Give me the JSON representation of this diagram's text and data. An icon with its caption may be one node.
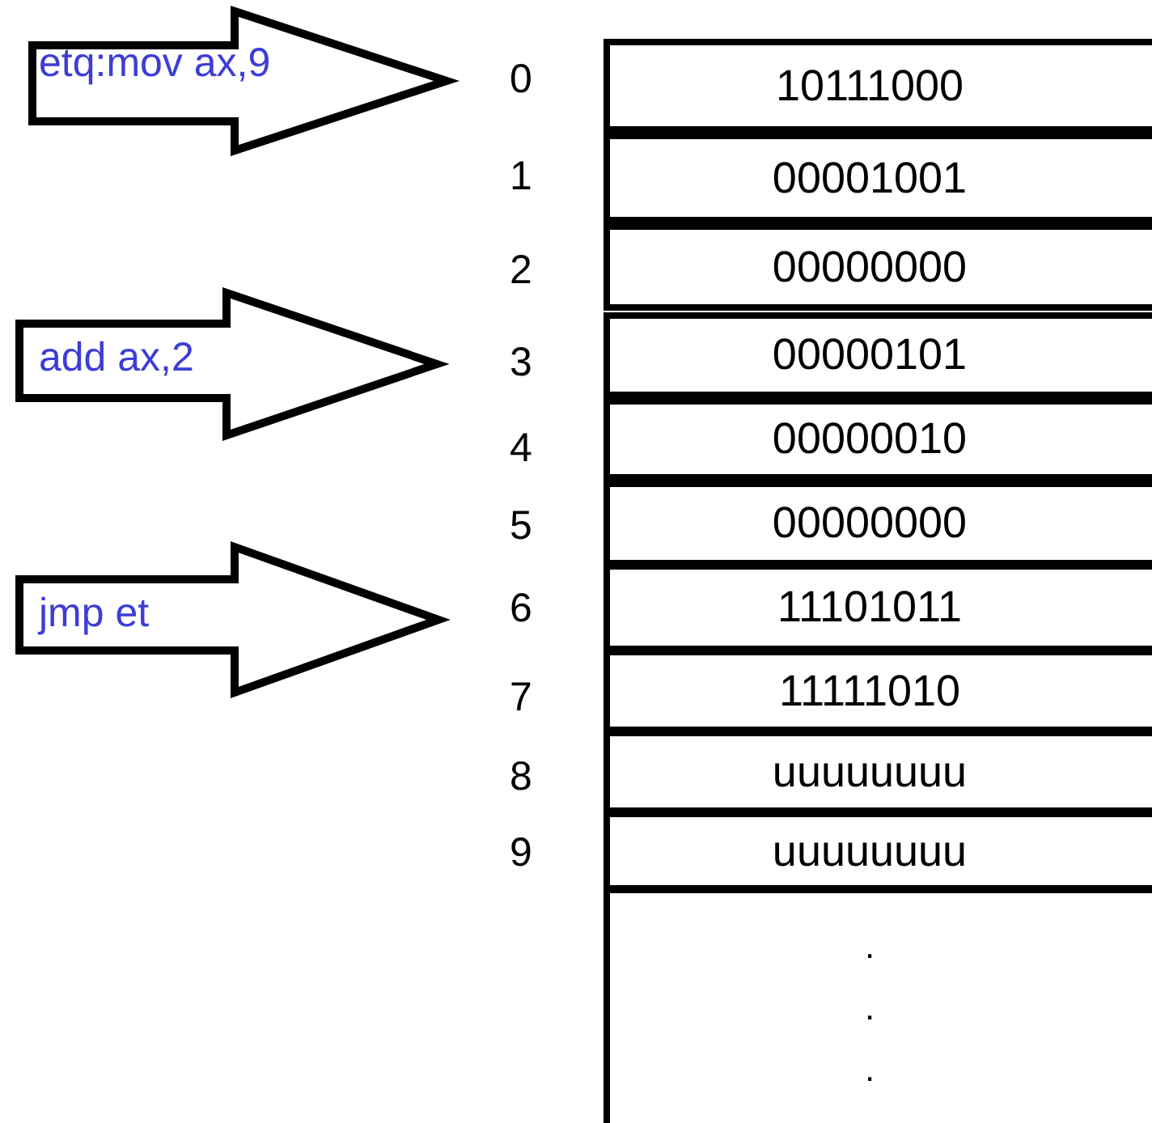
{
  "diagram": {
    "nodes": [
      {
        "text": [
          "etq:mov ax,9"
        ]
      },
      {
        "text": [
          "add ax,2"
        ]
      },
      {
        "text": [
          "jmp et"
        ]
      },
      {
        "text": [
          "10111000"
        ],
        "beside": [
          "0"
        ]
      },
      {
        "text": [
          "00001001"
        ],
        "beside": [
          "1"
        ]
      },
      {
        "text": [
          "00000000"
        ],
        "beside": [
          "2"
        ]
      },
      {
        "text": [
          "00000101"
        ],
        "beside": [
          "3"
        ]
      },
      {
        "text": [
          "00000010"
        ],
        "beside": [
          "4"
        ]
      },
      {
        "text": [
          "00000000"
        ],
        "beside": [
          "5"
        ]
      },
      {
        "text": [
          "11101011"
        ],
        "beside": [
          "6"
        ]
      },
      {
        "text": [
          "11111010"
        ],
        "beside": [
          "7"
        ]
      },
      {
        "text": [
          "uuuuuuuu"
        ],
        "beside": [
          "8"
        ]
      },
      {
        "text": [
          "uuuuuuuu"
        ],
        "beside": [
          "9"
        ]
      },
      {
        "text": [
          ".",
          ".",
          "."
        ]
      }
    ]
  }
}
